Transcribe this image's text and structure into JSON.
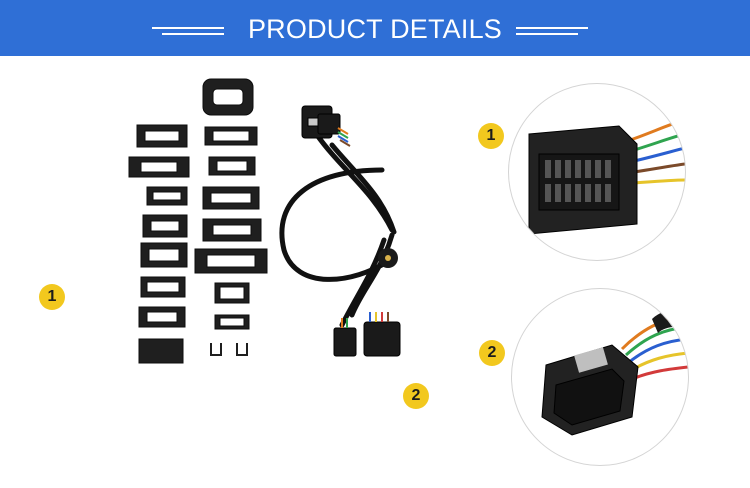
{
  "banner": {
    "title": "PRODUCT DETAILS",
    "background_color": "#2f6fd6"
  },
  "callouts": {
    "left_badge": "1",
    "harness_badge": "2",
    "zoom_top_badge": "1",
    "zoom_bottom_badge": "2",
    "badge_color": "#f2c81e"
  },
  "images": {
    "clips_set": "mounting-clips-and-brackets",
    "harness": "obd-extension-cable-harness",
    "female_connector": "female-16-pin-connector-closeup",
    "male_connector": "male-16-pin-connector-closeup"
  }
}
